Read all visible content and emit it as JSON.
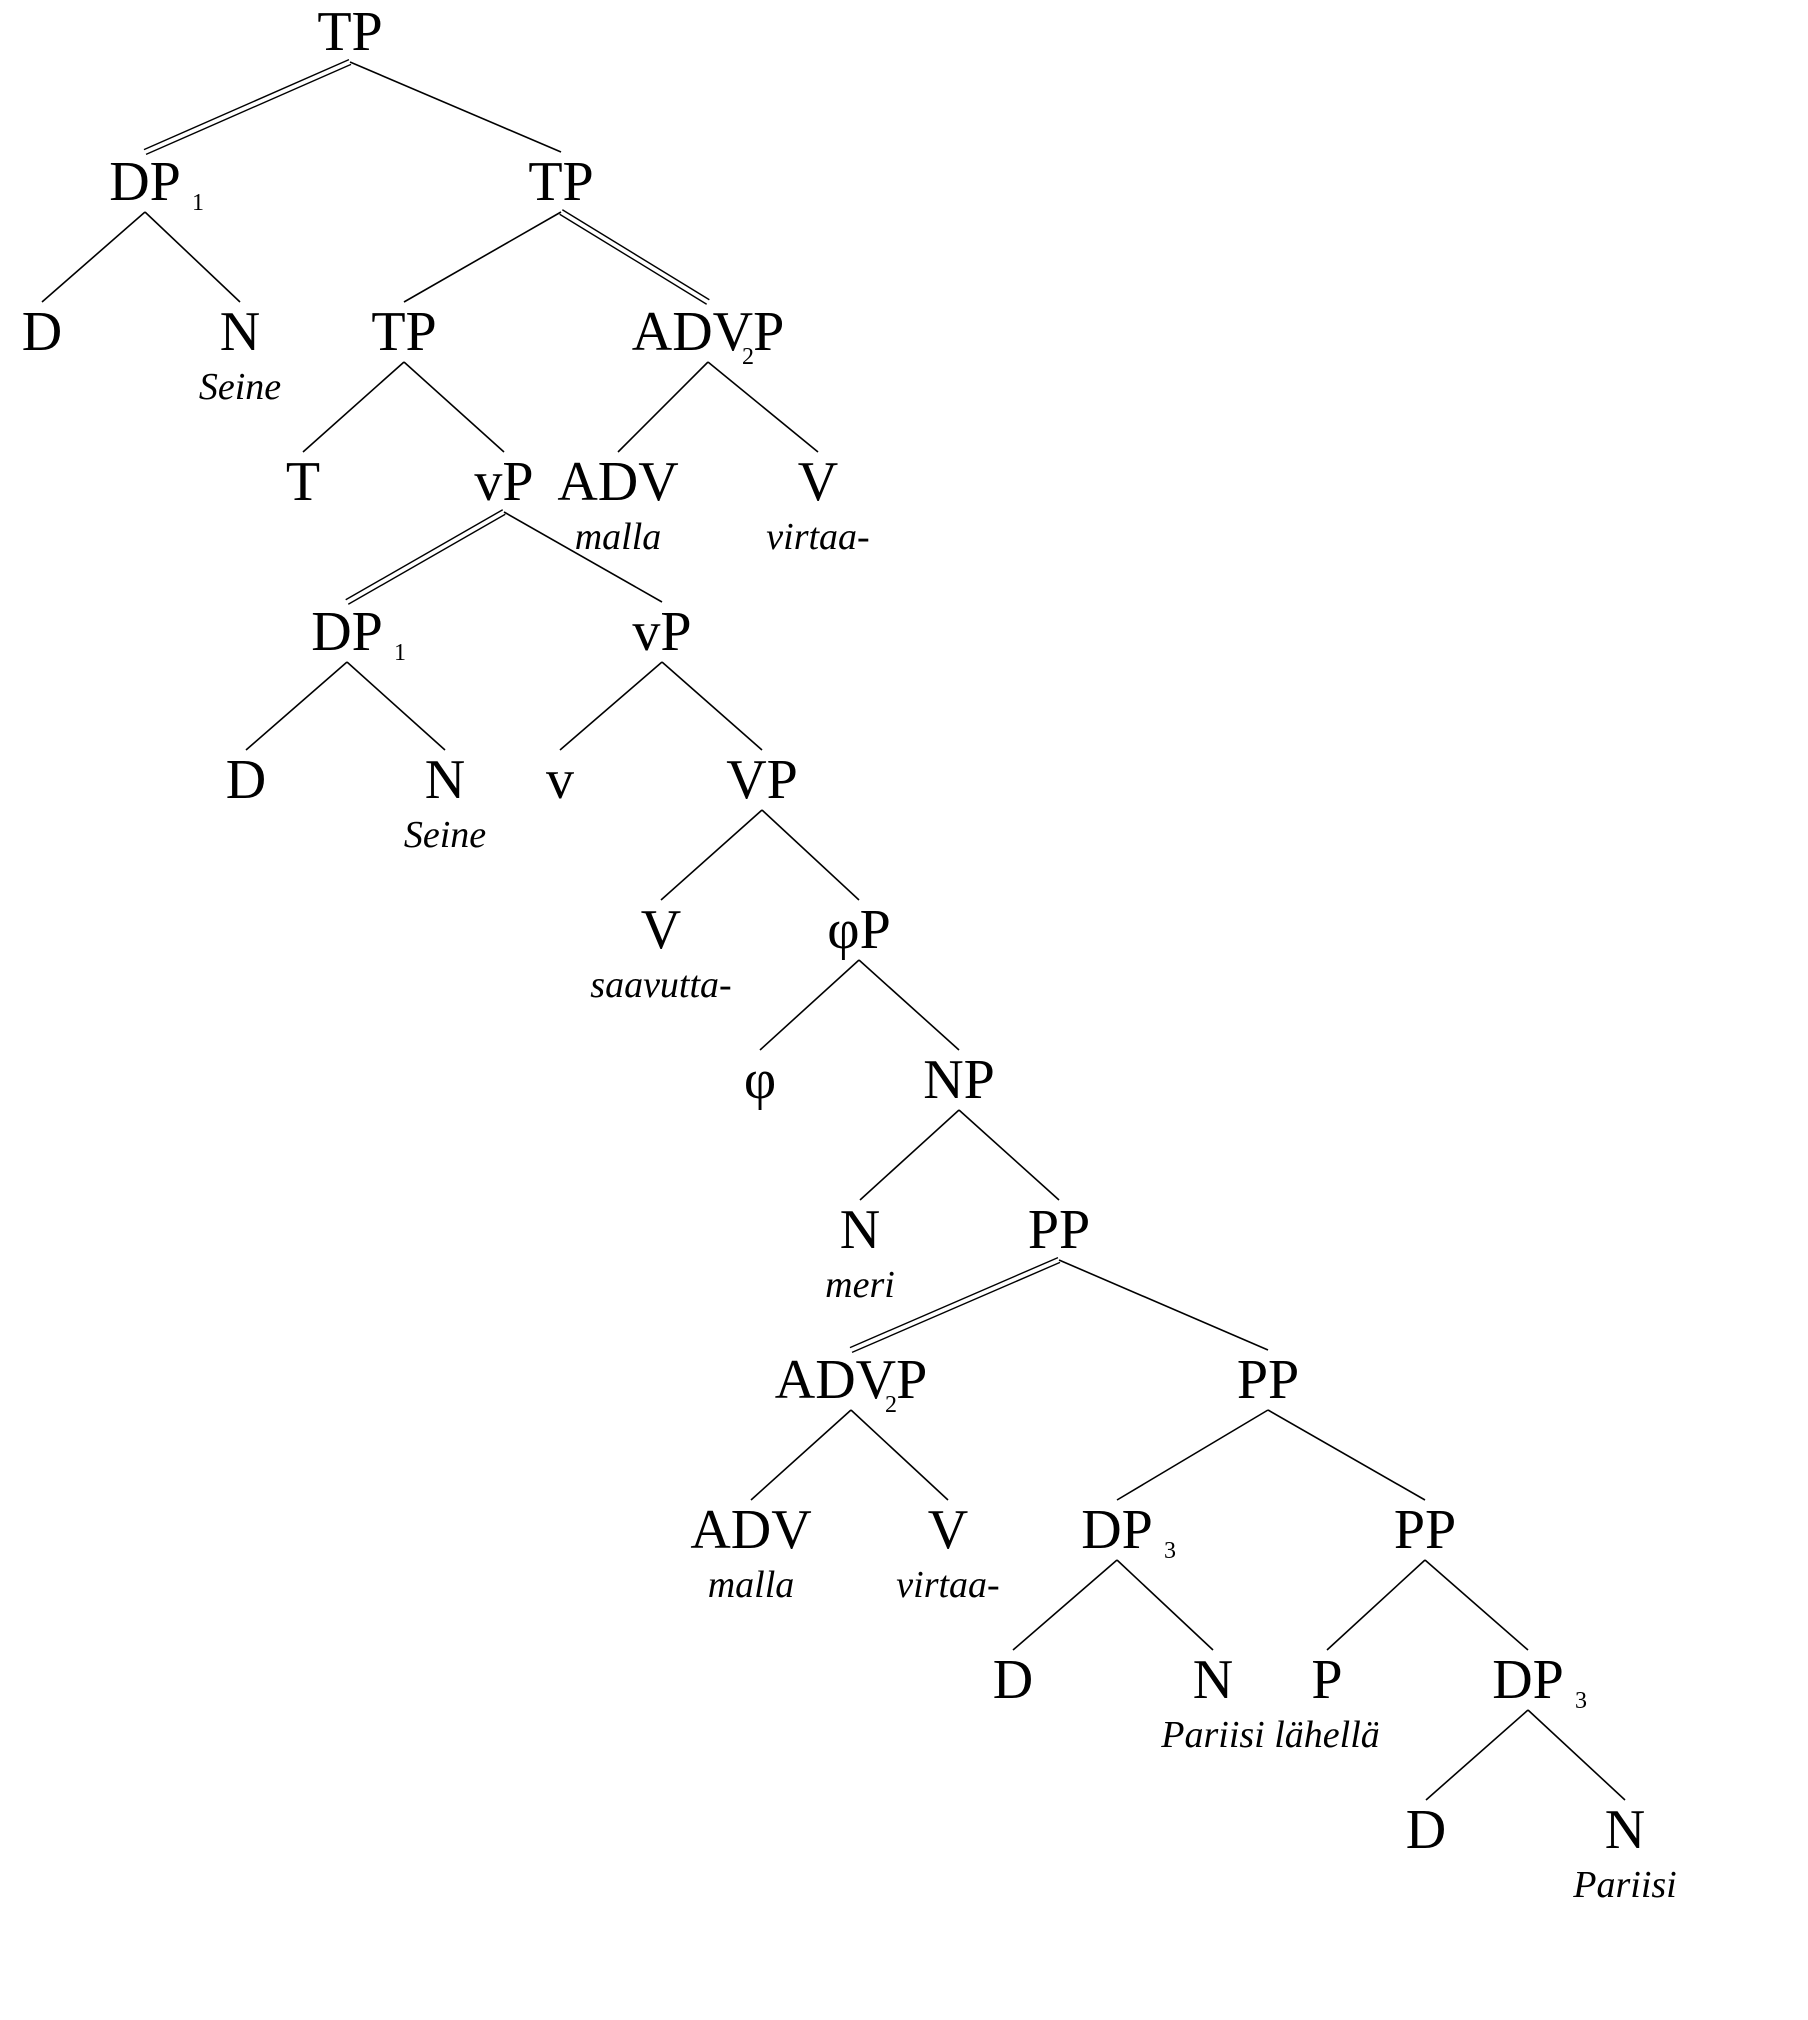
{
  "colors": {
    "background": "#ffffff",
    "ink": "#000000"
  },
  "tree": {
    "nodes": [
      {
        "id": "tp_root",
        "label": "TP",
        "sub": "",
        "word": ""
      },
      {
        "id": "dp1_top",
        "label": "DP",
        "sub": "1",
        "word": ""
      },
      {
        "id": "tp_2",
        "label": "TP",
        "sub": "",
        "word": ""
      },
      {
        "id": "d_top",
        "label": "D",
        "sub": "",
        "word": ""
      },
      {
        "id": "n_top",
        "label": "N",
        "sub": "",
        "word": "Seine"
      },
      {
        "id": "tp_3",
        "label": "TP",
        "sub": "",
        "word": ""
      },
      {
        "id": "advp_top",
        "label": "ADVP",
        "sub": "2",
        "word": ""
      },
      {
        "id": "t",
        "label": "T",
        "sub": "",
        "word": ""
      },
      {
        "id": "vp_small_1",
        "label": "vP",
        "sub": "",
        "word": ""
      },
      {
        "id": "adv_top",
        "label": "ADV",
        "sub": "",
        "word": "malla"
      },
      {
        "id": "v_top",
        "label": "V",
        "sub": "",
        "word": "virtaa-"
      },
      {
        "id": "dp1_mid",
        "label": "DP",
        "sub": "1",
        "word": ""
      },
      {
        "id": "vp_small_2",
        "label": "vP",
        "sub": "",
        "word": ""
      },
      {
        "id": "d_mid",
        "label": "D",
        "sub": "",
        "word": ""
      },
      {
        "id": "n_mid",
        "label": "N",
        "sub": "",
        "word": "Seine"
      },
      {
        "id": "v_small",
        "label": "v",
        "sub": "",
        "word": ""
      },
      {
        "id": "vp_big",
        "label": "VP",
        "sub": "",
        "word": ""
      },
      {
        "id": "v_big",
        "label": "V",
        "sub": "",
        "word": "saavutta-"
      },
      {
        "id": "phip",
        "label": "φP",
        "sub": "",
        "word": ""
      },
      {
        "id": "phi",
        "label": "φ",
        "sub": "",
        "word": ""
      },
      {
        "id": "np",
        "label": "NP",
        "sub": "",
        "word": ""
      },
      {
        "id": "n_meri",
        "label": "N",
        "sub": "",
        "word": "meri"
      },
      {
        "id": "pp_1",
        "label": "PP",
        "sub": "",
        "word": ""
      },
      {
        "id": "advp_low",
        "label": "ADVP",
        "sub": "2",
        "word": ""
      },
      {
        "id": "pp_2",
        "label": "PP",
        "sub": "",
        "word": ""
      },
      {
        "id": "adv_low",
        "label": "ADV",
        "sub": "",
        "word": "malla"
      },
      {
        "id": "v_low",
        "label": "V",
        "sub": "",
        "word": "virtaa-"
      },
      {
        "id": "dp3_a",
        "label": "DP",
        "sub": "3",
        "word": ""
      },
      {
        "id": "pp_3",
        "label": "PP",
        "sub": "",
        "word": ""
      },
      {
        "id": "d_low_a",
        "label": "D",
        "sub": "",
        "word": ""
      },
      {
        "id": "n_low_a",
        "label": "N",
        "sub": "",
        "word": "Pariisi"
      },
      {
        "id": "p",
        "label": "P",
        "sub": "",
        "word": "lähellä"
      },
      {
        "id": "dp3_b",
        "label": "DP",
        "sub": "3",
        "word": ""
      },
      {
        "id": "d_low_b",
        "label": "D",
        "sub": "",
        "word": ""
      },
      {
        "id": "n_low_b",
        "label": "N",
        "sub": "",
        "word": "Pariisi"
      }
    ],
    "edges": [
      {
        "from": "tp_root",
        "to": "dp1_top",
        "double": true
      },
      {
        "from": "tp_root",
        "to": "tp_2",
        "double": false
      },
      {
        "from": "dp1_top",
        "to": "d_top",
        "double": false
      },
      {
        "from": "dp1_top",
        "to": "n_top",
        "double": false
      },
      {
        "from": "tp_2",
        "to": "tp_3",
        "double": false
      },
      {
        "from": "tp_2",
        "to": "advp_top",
        "double": true
      },
      {
        "from": "tp_3",
        "to": "t",
        "double": false
      },
      {
        "from": "tp_3",
        "to": "vp_small_1",
        "double": false
      },
      {
        "from": "advp_top",
        "to": "adv_top",
        "double": false
      },
      {
        "from": "advp_top",
        "to": "v_top",
        "double": false
      },
      {
        "from": "vp_small_1",
        "to": "dp1_mid",
        "double": true
      },
      {
        "from": "vp_small_1",
        "to": "vp_small_2",
        "double": false
      },
      {
        "from": "dp1_mid",
        "to": "d_mid",
        "double": false
      },
      {
        "from": "dp1_mid",
        "to": "n_mid",
        "double": false
      },
      {
        "from": "vp_small_2",
        "to": "v_small",
        "double": false
      },
      {
        "from": "vp_small_2",
        "to": "vp_big",
        "double": false
      },
      {
        "from": "vp_big",
        "to": "v_big",
        "double": false
      },
      {
        "from": "vp_big",
        "to": "phip",
        "double": false
      },
      {
        "from": "phip",
        "to": "phi",
        "double": false
      },
      {
        "from": "phip",
        "to": "np",
        "double": false
      },
      {
        "from": "np",
        "to": "n_meri",
        "double": false
      },
      {
        "from": "np",
        "to": "pp_1",
        "double": false
      },
      {
        "from": "pp_1",
        "to": "advp_low",
        "double": true
      },
      {
        "from": "pp_1",
        "to": "pp_2",
        "double": false
      },
      {
        "from": "advp_low",
        "to": "adv_low",
        "double": false
      },
      {
        "from": "advp_low",
        "to": "v_low",
        "double": false
      },
      {
        "from": "pp_2",
        "to": "dp3_a",
        "double": false
      },
      {
        "from": "pp_2",
        "to": "pp_3",
        "double": false
      },
      {
        "from": "dp3_a",
        "to": "d_low_a",
        "double": false
      },
      {
        "from": "dp3_a",
        "to": "n_low_a",
        "double": false
      },
      {
        "from": "pp_3",
        "to": "p",
        "double": false
      },
      {
        "from": "pp_3",
        "to": "dp3_b",
        "double": false
      },
      {
        "from": "dp3_b",
        "to": "d_low_b",
        "double": false
      },
      {
        "from": "dp3_b",
        "to": "n_low_b",
        "double": false
      }
    ]
  }
}
